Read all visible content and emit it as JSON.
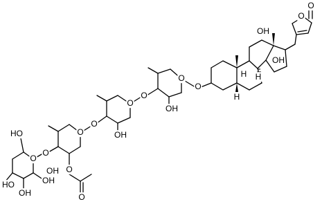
{
  "molecule": {
    "atoms": {
      "lactone_carbonyl_o": "O",
      "lactone_ring_o": "O",
      "oh_12": "OH",
      "oh_14": "OH",
      "h_8": "H",
      "h_9": "H",
      "h_5": "H",
      "o_glyco_aglycone": "O",
      "ring1_o": "O",
      "oh_ring1": "OH",
      "o_link_12": "O",
      "ring2_o": "O",
      "oh_ring2": "OH",
      "o_link_23": "O",
      "ring3_o": "O",
      "o_acetyl": "O",
      "acetyl_o": "O",
      "o_link_34": "O",
      "ring4_o": "O",
      "ho_ch2": "HO",
      "oh_4a": "OH",
      "ho_4b": "HO",
      "oh_4c": "OH",
      "oh_4d": "OH"
    }
  }
}
